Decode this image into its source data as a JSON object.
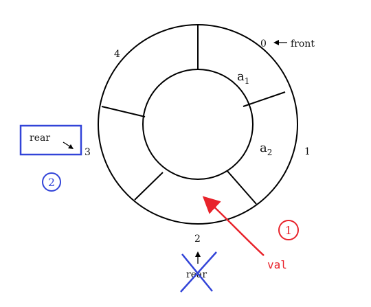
{
  "diagram": {
    "labels": {
      "front_index": "0",
      "front_label": "front",
      "index_1": "1",
      "index_2": "2",
      "index_3": "3",
      "index_4": "4",
      "a1_base": "a",
      "a1_sub": "1",
      "a2_base": "a",
      "a2_sub": "2",
      "rear_new": "rear",
      "rear_old": "rear",
      "val": "val",
      "step1": "1",
      "step2": "2"
    },
    "colors": {
      "ring": "#000000",
      "annotation_red": "#e8232b",
      "annotation_blue": "#3244d8",
      "text": "#111111"
    }
  }
}
